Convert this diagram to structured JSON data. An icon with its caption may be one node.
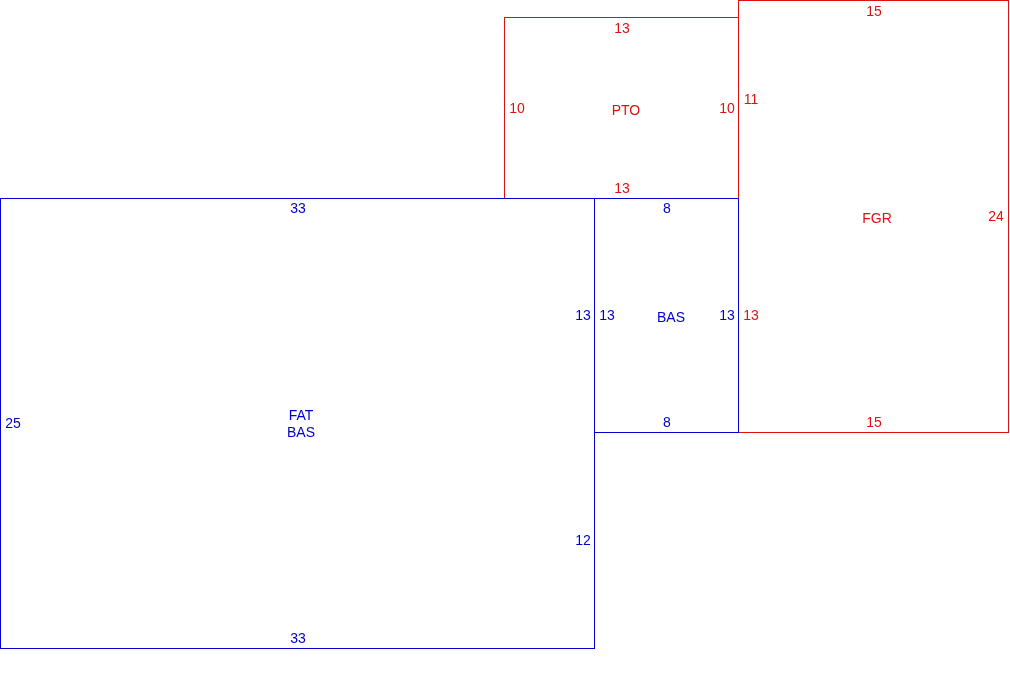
{
  "diagram": {
    "nodes": [
      {
        "text": [
          "13",
          "10",
          "PTO",
          "10",
          "13"
        ]
      },
      {
        "text": [
          "15",
          "11",
          "FGR",
          "24",
          "13",
          "15"
        ]
      },
      {
        "text": [
          "33",
          "13",
          "25",
          "FAT BAS",
          "12",
          "33"
        ]
      },
      {
        "text": [
          "8",
          "13",
          "BAS",
          "13",
          "8"
        ]
      }
    ]
  }
}
